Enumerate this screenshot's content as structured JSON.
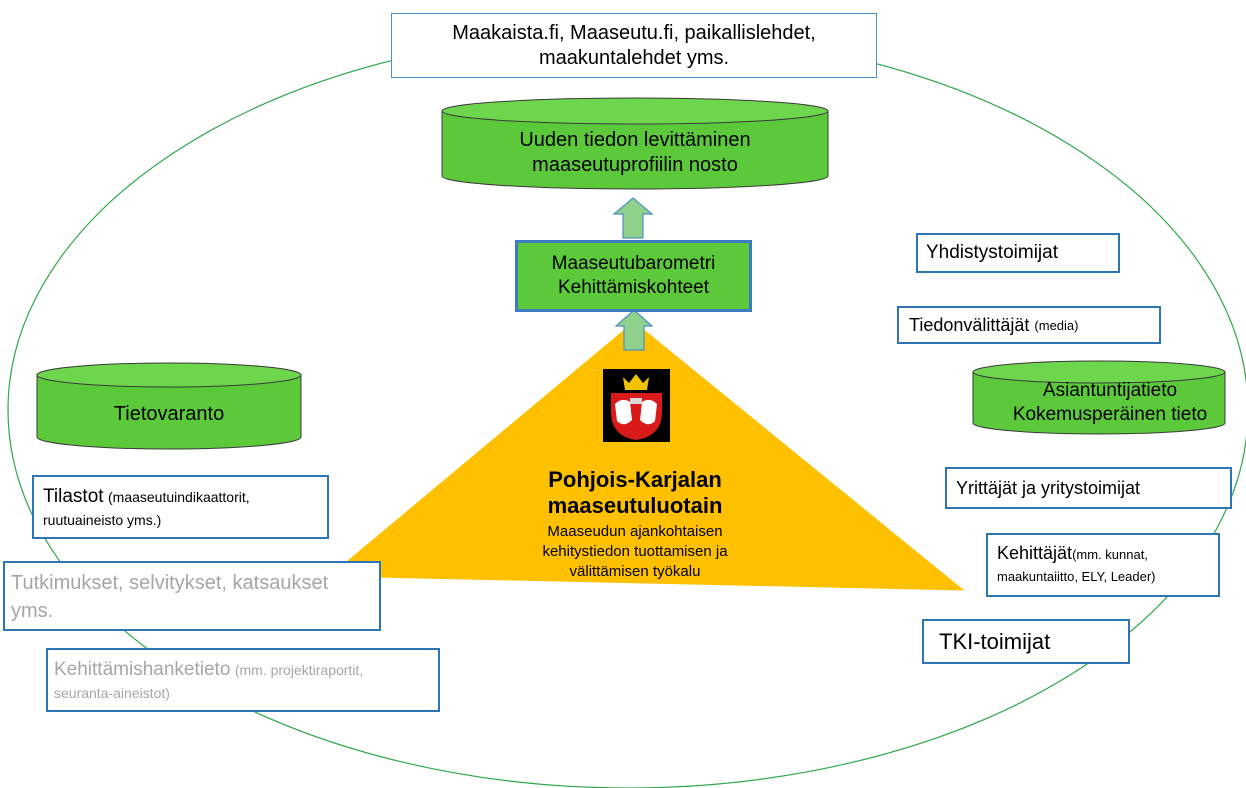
{
  "top_box": {
    "line1": "Maakaista.fi, Maaseutu.fi,  paikallislehdet,",
    "line2": "maakuntalehdet yms."
  },
  "top_cylinder": {
    "line1": "Uuden tiedon levittäminen",
    "line2": "maaseutuprofiilin nosto"
  },
  "barometer_box": {
    "line1": "Maaseutubarometri",
    "line2": "Kehittämiskohteet"
  },
  "center": {
    "title_line1": "Pohjois-Karjalan",
    "title_line2": "maaseutuluotain",
    "sub_line1": "Maaseudun ajankohtaisen",
    "sub_line2": "kehitystiedon tuottamisen ja",
    "sub_line3": "välittämisen työkalu"
  },
  "left": {
    "cylinder": "Tietovaranto",
    "tilastot": {
      "main": "Tilastot",
      "detail_a": "(maaseutuindikaattorit,",
      "detail_b": "ruutuaineisto yms.)"
    },
    "tutkimukset": {
      "line1": "Tutkimukset, selvitykset, katsaukset",
      "line2": "yms."
    },
    "kehittamishanke": {
      "main": "Kehittämishanketieto",
      "detail_a": "(mm. projektiraportit,",
      "detail_b": "seuranta-aineistot)"
    }
  },
  "right": {
    "yhdistys": "Yhdistystoimijat",
    "tiedonvalittajat": {
      "main": "Tiedonvälittäjät",
      "detail": "(media)"
    },
    "cylinder": {
      "line1": "Asiantuntijatieto",
      "line2": "Kokemusperäinen tieto"
    },
    "yrittajat": "Yrittäjät ja yritystoimijat",
    "kehittajat": {
      "main": "Kehittäjät",
      "detail_a": "(mm. kunnat,",
      "detail_b": "maakuntaiitto, ELY, Leader)"
    },
    "tki": "TKI-toimijat"
  },
  "colors": {
    "ring": "#2ea84a",
    "cylinder_fill": "#5cc93a",
    "triangle": "#ffc000",
    "border_blue": "#2e75b6",
    "arrow": "#8fd18a"
  }
}
